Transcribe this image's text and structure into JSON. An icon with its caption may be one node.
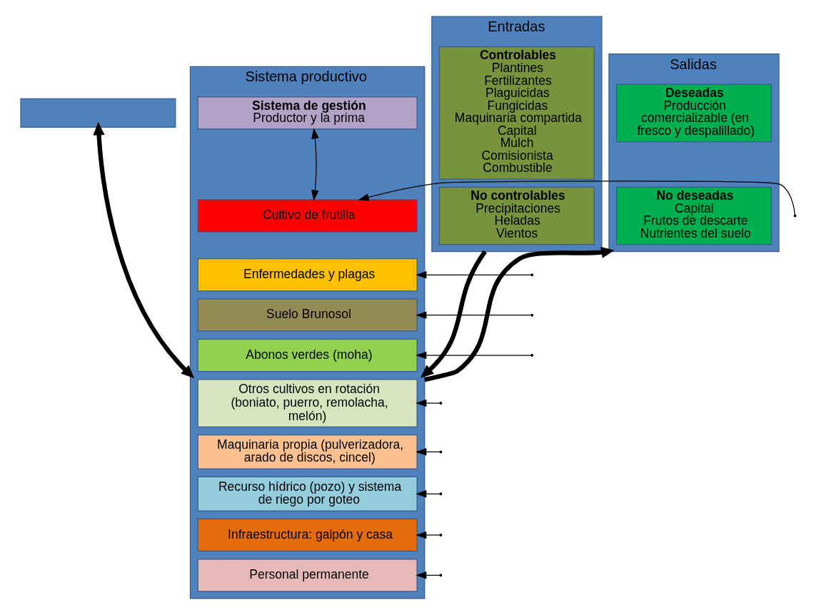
{
  "diagram": {
    "nodes": [
      {
        "text": [],
        "shape": "box"
      },
      {
        "text": [
          "Sistema productivo"
        ]
      },
      {
        "text": [
          "Sistema de gestión",
          "Productor y la prima"
        ],
        "in": 1
      },
      {
        "text": [
          "Cultivo de frutilla"
        ],
        "in": 1
      },
      {
        "text": [
          "Enfermedades y plagas"
        ],
        "in": 1
      },
      {
        "text": [
          "Suelo Brunosol"
        ],
        "in": 1
      },
      {
        "text": [
          "Abonos verdes (moha)"
        ],
        "in": 1
      },
      {
        "text": [
          "Otros cultivos en rotación (boniato, puerro, remolacha, melón)"
        ],
        "in": 1
      },
      {
        "text": [
          "Maquinaria propia (pulverizadora, arado de discos, cincel)"
        ],
        "in": 1
      },
      {
        "text": [
          "Recurso hídrico (pozo) y sistema de riego por goteo"
        ],
        "in": 1
      },
      {
        "text": [
          "Infraestructura: galpón y casa"
        ],
        "in": 1
      },
      {
        "text": [
          "Personal permanente"
        ],
        "in": 1
      },
      {
        "text": [
          "Entradas"
        ]
      },
      {
        "text": [
          "Controlables",
          "Plantines",
          "Fertilizantes",
          "Plaguicidas",
          "Fungicidas",
          "Maquinaria compartida",
          "Capital",
          "Mulch",
          "Comisionista",
          "Combustible"
        ],
        "in": 12
      },
      {
        "text": [
          "No controlables",
          "Precipitaciones",
          "Heladas",
          "Vientos"
        ],
        "in": 12
      },
      {
        "text": [
          "Salidas"
        ]
      },
      {
        "text": [
          "Deseadas",
          "Producción comercializable (en fresco y despalillado)"
        ],
        "in": 15
      },
      {
        "text": [
          "No deseadas",
          "Capital",
          "Frutos de descarte",
          "Nutrientes del suelo"
        ],
        "in": 15
      }
    ],
    "edges": [
      {
        "from": 0,
        "to": 1,
        "arrow": "both",
        "style": "thick"
      },
      {
        "from": 2,
        "to": 3,
        "arrow": "both"
      },
      {
        "from": null,
        "to": 3,
        "arrow": "to"
      },
      {
        "from": null,
        "to": 4,
        "arrow": "to"
      },
      {
        "from": null,
        "to": 5,
        "arrow": "to"
      },
      {
        "from": null,
        "to": 6,
        "arrow": "to"
      },
      {
        "from": null,
        "to": 7,
        "arrow": "to"
      },
      {
        "from": null,
        "to": 8,
        "arrow": "to"
      },
      {
        "from": null,
        "to": 9,
        "arrow": "to"
      },
      {
        "from": null,
        "to": 10,
        "arrow": "to"
      },
      {
        "from": null,
        "to": 11,
        "arrow": "to"
      },
      {
        "from": 12,
        "to": 1,
        "arrow": "to",
        "style": "thick"
      },
      {
        "from": 1,
        "to": 15,
        "arrow": "to",
        "style": "thick"
      }
    ]
  }
}
